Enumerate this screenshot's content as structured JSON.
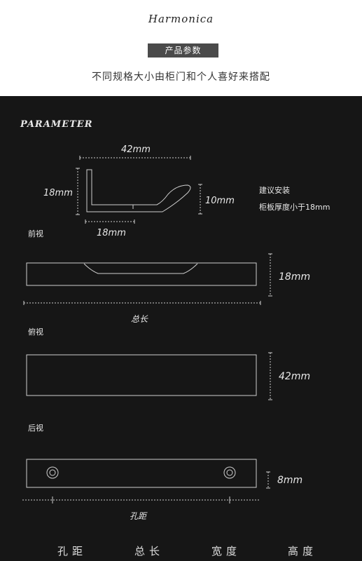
{
  "header": {
    "logo": "Harmonica",
    "badge": "产品参数",
    "subtitle": "不同规格大小由柜门和个人喜好来搭配"
  },
  "parameter": {
    "heading": "PARAMETER",
    "profile": {
      "width": "42mm",
      "height": "18mm",
      "base": "18mm",
      "lip": "10mm"
    },
    "install_note": {
      "line1": "建议安装",
      "line2": "柜板厚度小于18mm"
    },
    "front": {
      "label": "前视",
      "height": "18mm",
      "length": "总长"
    },
    "top": {
      "label": "俯视",
      "width": "42mm"
    },
    "back": {
      "label": "后视",
      "hole": "8mm",
      "spacing": "孔距"
    }
  },
  "specs": [
    "孔距",
    "总长",
    "宽度",
    "高度"
  ],
  "colors": {
    "panel": "#141414",
    "line": "#cfcfcf",
    "text": "#e8e8e8"
  }
}
